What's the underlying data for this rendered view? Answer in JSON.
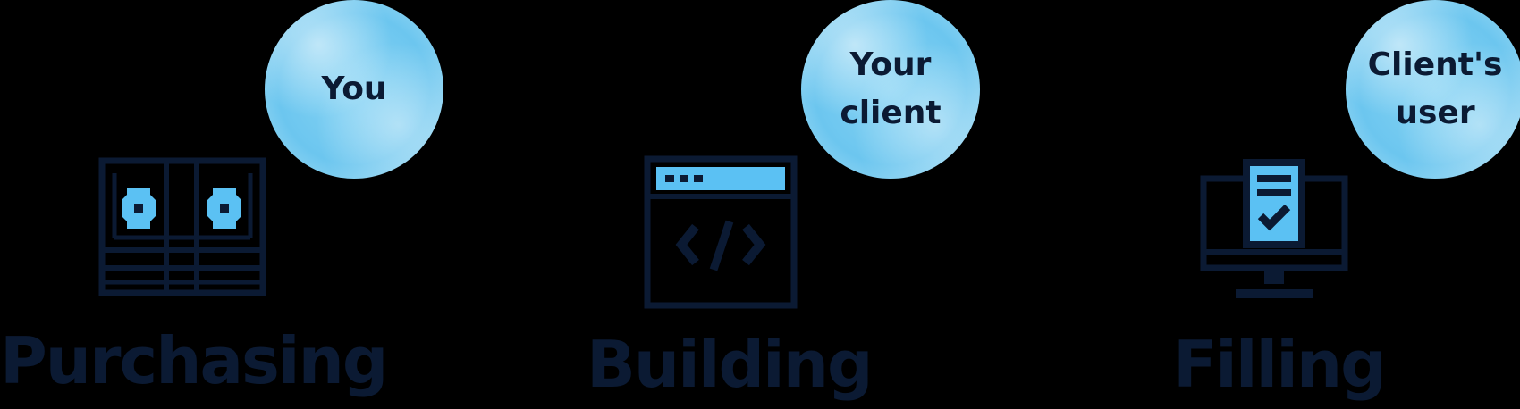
{
  "colors": {
    "background": "#000000",
    "navy": "#0b1a33",
    "accent": "#5bc1f3"
  },
  "steps": [
    {
      "title": "Purchasing",
      "role": "You",
      "icon": "money-icon"
    },
    {
      "title": "Building",
      "role": "Your\nclient",
      "icon": "code-window-icon"
    },
    {
      "title": "Filling",
      "role": "Client's\nuser",
      "icon": "form-monitor-icon"
    }
  ]
}
